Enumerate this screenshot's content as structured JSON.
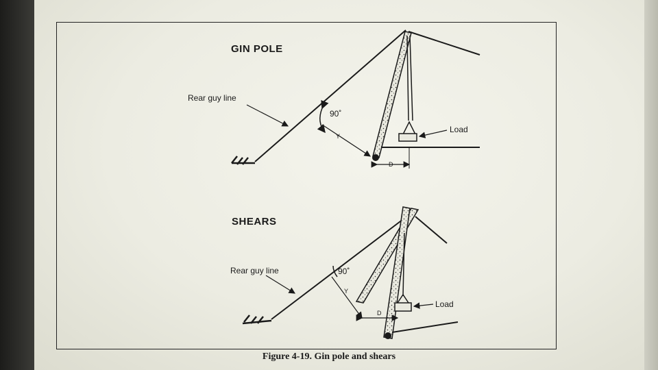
{
  "gin_pole": {
    "title": "GIN POLE",
    "rear_guy_label": "Rear guy line",
    "angle_label": "90˚",
    "y_label": "Y",
    "d_label": "D",
    "load_label": "Load"
  },
  "shears": {
    "title": "SHEARS",
    "rear_guy_label": "Rear guy line",
    "angle_label": "90˚",
    "y_label": "Y",
    "d_label": "D",
    "load_label": "Load"
  },
  "caption": "Figure 4-19. Gin pole and shears"
}
